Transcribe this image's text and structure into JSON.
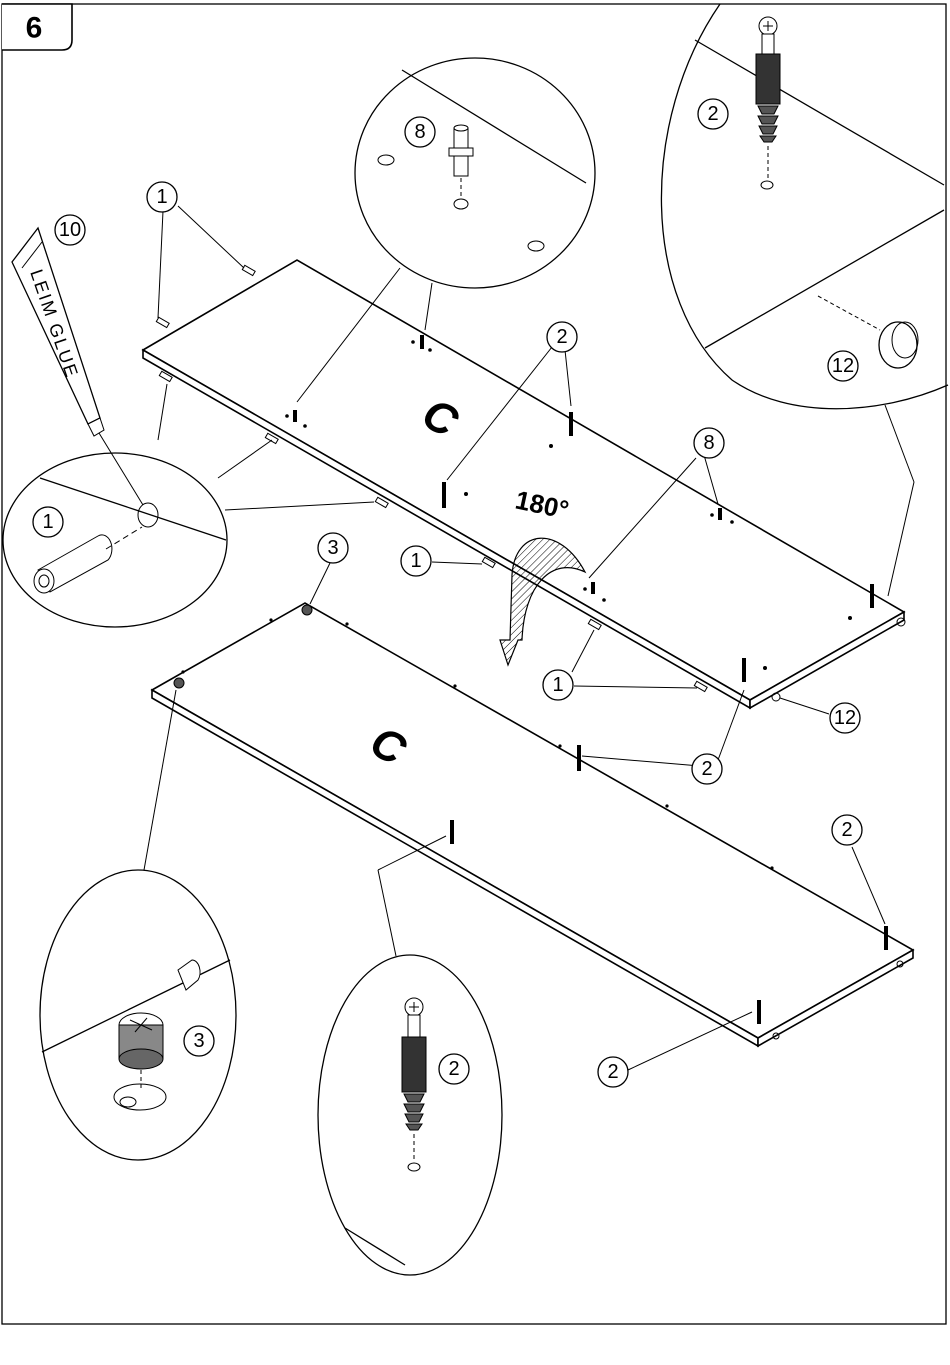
{
  "step_number": "6",
  "panel_label": "C",
  "rotation_label": "180°",
  "glue_label": "LEIM GLUE",
  "callout_labels": {
    "dowel": "1",
    "cam_bolt": "2",
    "cam_lock": "3",
    "shelf_pin": "8",
    "glue": "10",
    "glide": "12"
  }
}
